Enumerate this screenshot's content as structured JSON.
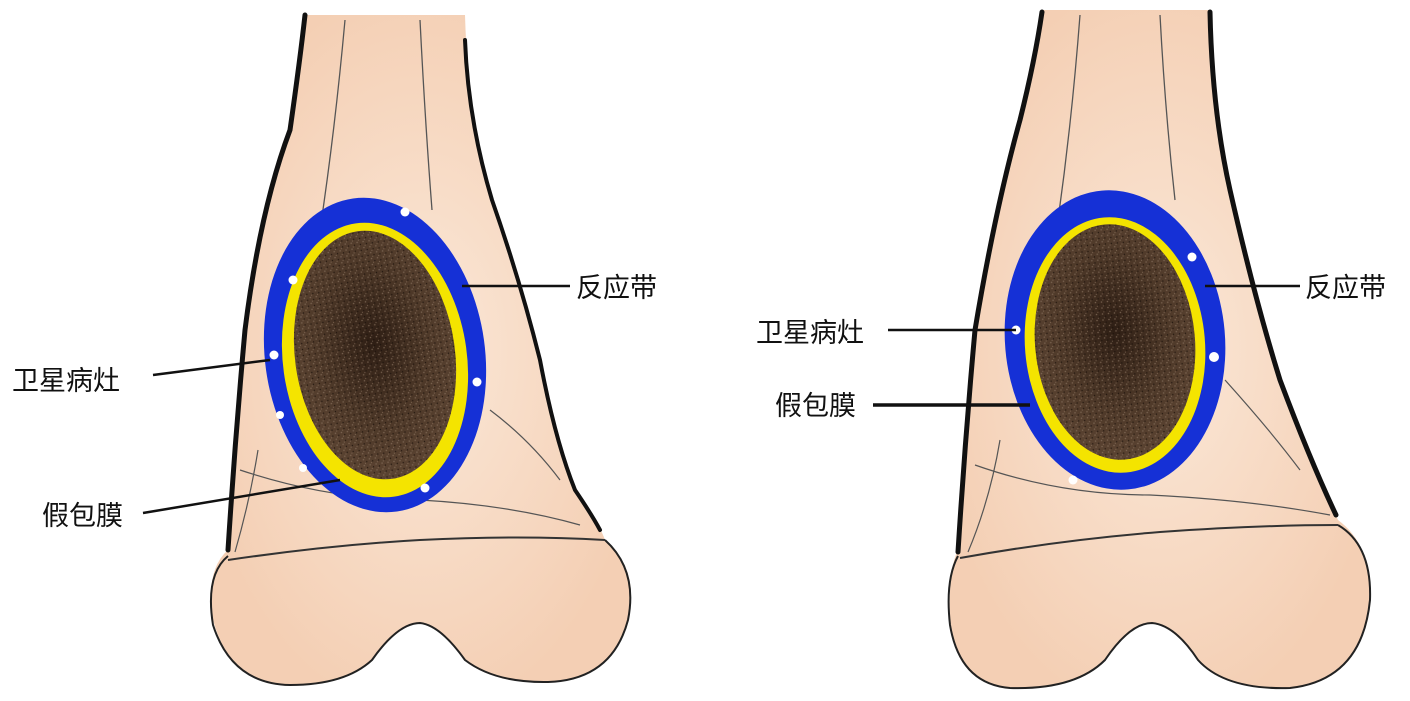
{
  "figures": [
    {
      "labels": {
        "reactive_zone": "反应带",
        "satellite_lesion": "卫星病灶",
        "pseudocapsule": "假包膜"
      }
    },
    {
      "labels": {
        "reactive_zone": "反应带",
        "satellite_lesion": "卫星病灶",
        "pseudocapsule": "假包膜"
      }
    }
  ],
  "colors": {
    "bone_fill": "#f7dcc4",
    "bone_shade": "#f3c4a8",
    "reactive_zone": "#1530d6",
    "pseudocapsule": "#f4e400",
    "tumor": "#4a3426",
    "outline": "#111111"
  }
}
